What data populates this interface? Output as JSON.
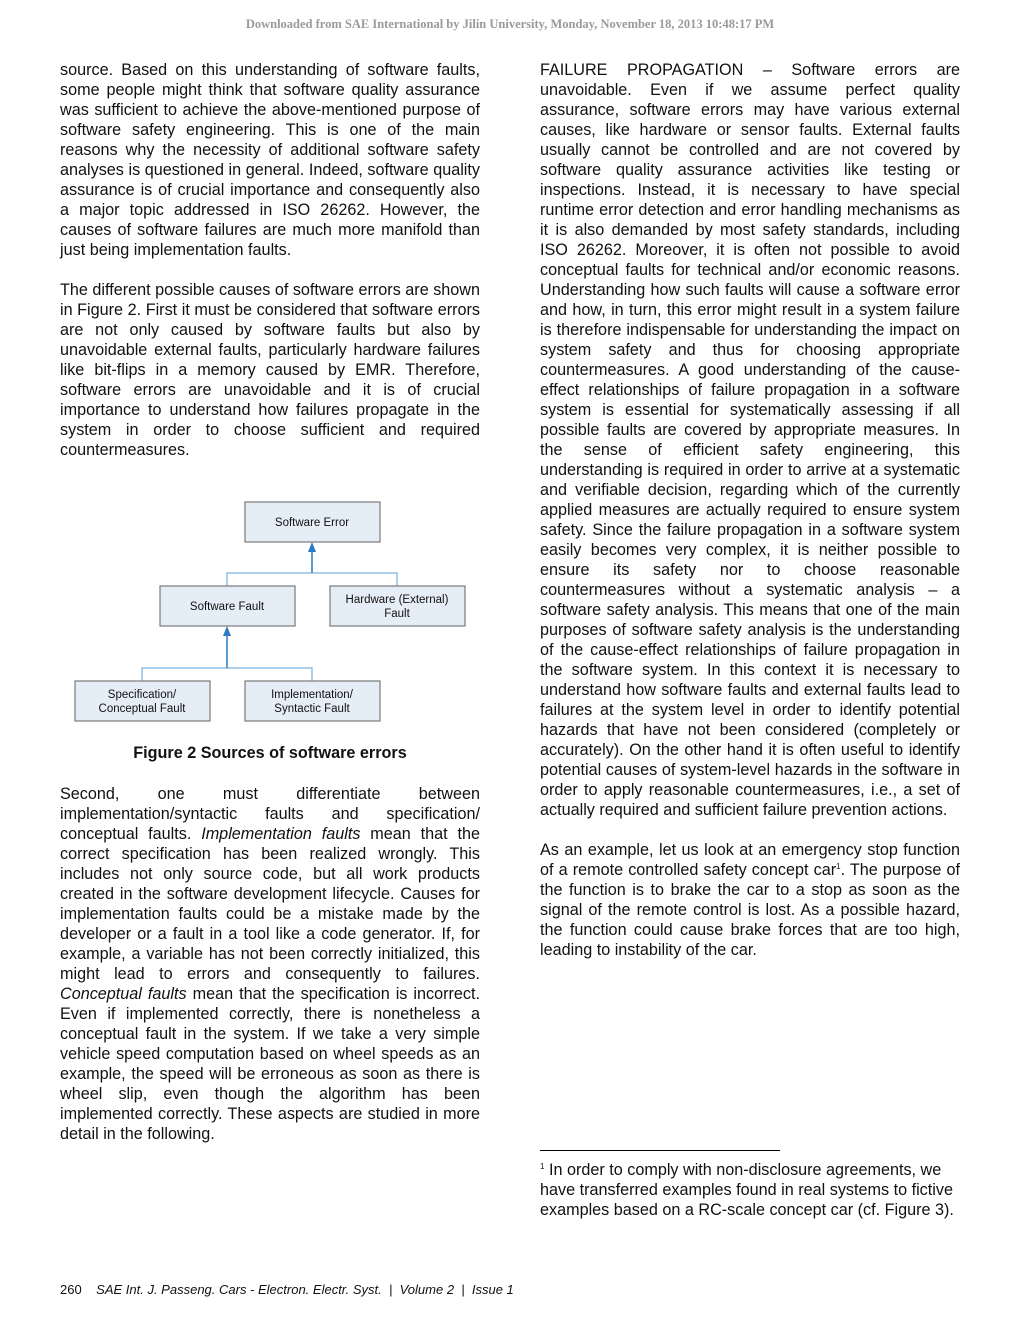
{
  "header": "Downloaded from SAE International by Jilin University, Monday, November 18, 2013 10:48:17 PM",
  "left": {
    "p1": "source. Based on this understanding of software faults, some people might think that software quality assurance was sufficient to achieve the above-mentioned purpose of software safety engineering. This is one of the main reasons why the necessity of additional software safety analyses is questioned in general. Indeed, software quality assurance is of crucial importance and consequently also a major topic addressed in ISO 26262. However, the causes of software failures are much more manifold than just being implementation faults.",
    "p2": "The different possible causes of software errors are shown in Figure 2. First it must be considered that software errors are not only caused by software faults but also by unavoidable external faults, particularly hardware failures like bit-flips in a memory caused by EMR. Therefore, software errors are unavoidable and it is of crucial importance to understand how failures propagate in the system in order to choose sufficient and required countermeasures.",
    "p3_a": "Second, one must differentiate between implementation/syntactic faults and specification/ conceptual faults. ",
    "p3_b": "Implementation faults",
    "p3_c": " mean that the correct specification has been realized wrongly. This includes not only source code, but all work products created in the software development lifecycle. Causes for implementation faults could be a mistake made by the developer or a fault in a tool like a code generator. If, for example, a variable has not been correctly initialized, this might lead to errors and consequently to failures. ",
    "p3_d": "Conceptual faults",
    "p3_e": " mean that the specification is incorrect. Even if implemented correctly, there is nonetheless a conceptual fault in the system. If we take a very simple vehicle speed computation based on wheel speeds as an example, the speed will be erroneous as soon as there is wheel slip, even though the algorithm has been implemented correctly. These aspects are studied in more detail in the following."
  },
  "figure": {
    "caption": "Figure 2 Sources of software errors",
    "software_error": "Software Error",
    "software_fault": "Software Fault",
    "hardware_fault_1": "Hardware (External)",
    "hardware_fault_2": "Fault",
    "spec_fault_1": "Specification/",
    "spec_fault_2": "Conceptual Fault",
    "impl_fault_1": "Implementation/",
    "impl_fault_2": "Syntactic Fault",
    "box_fill": "#e5edf6",
    "connector_color": "#8fbfe3",
    "arrow_color": "#2a7ac6"
  },
  "right": {
    "p1": "FAILURE PROPAGATION – Software errors are unavoidable. Even if we assume perfect quality assurance, software errors may have various external causes, like hardware or sensor faults. External faults usually cannot be controlled and are not covered by software quality assurance activities like testing or inspections. Instead, it is necessary to have special runtime error detection and error handling mechanisms as it is also demanded by most safety standards, including ISO 26262. Moreover, it is often not possible to avoid conceptual faults for technical and/or economic reasons. Understanding how such faults will cause a software error and how, in turn, this error might result in a system failure is therefore indispensable for understanding the impact on system safety and thus for choosing appropriate countermeasures. A good understanding of the cause-effect relationships of failure propagation in a software system is essential for systematically assessing if all possible faults are covered by appropriate measures. In the sense of efficient safety engineering, this understanding is required in order to arrive at a systematic and verifiable decision, regarding which of the currently applied measures are actually required to ensure system safety. Since the failure propagation in a software system easily becomes very complex, it is neither possible to ensure its safety nor to choose reasonable countermeasures without a systematic analysis – a software safety analysis. This means that one of the main purposes of software safety analysis is the understanding of the cause-effect relationships of failure propagation in the software system. In this context it is necessary to understand how software faults and external faults lead to failures at the system level in order to identify potential hazards that have not been considered (completely or accurately). On the other hand it is often useful to identify potential causes of system-level hazards in the software in order to apply reasonable countermeasures, i.e., a set of actually required and sufficient failure prevention actions.",
    "p2_a": "As an example, let us look at an emergency stop function of a remote controlled safety concept car",
    "p2_sup": "1",
    "p2_b": ". The purpose of the function is to brake the car to a stop as soon as the signal of the remote control is lost. As a possible hazard, the function could cause brake forces that are too high, leading to instability of the car."
  },
  "footnote": {
    "mark": "1",
    "text": " In order to comply with non-disclosure agreements, we have transferred examples found in real systems to fictive examples based on a RC-scale concept car (cf. Figure 3)."
  },
  "footer": {
    "page": "260",
    "journal": "SAE Int. J. Passeng. Cars - Electron. Electr. Syst.",
    "volume": "Volume 2",
    "issue": "Issue 1"
  }
}
